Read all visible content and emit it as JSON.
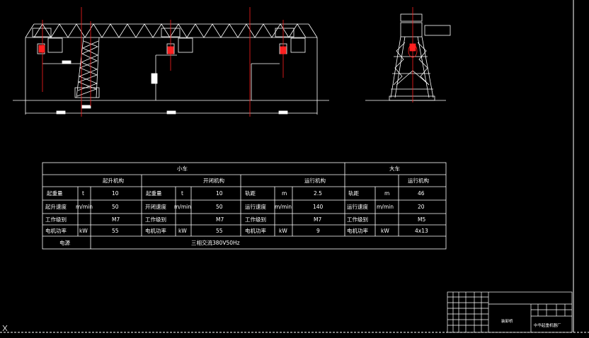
{
  "colors": {
    "background": "#000000",
    "lines": "#ffffff",
    "centerline": "#ff2020"
  },
  "table": {
    "trolley_title": "小车",
    "crane_title": "大车",
    "hoist_header": "起升机构",
    "grab_header": "开闭机构",
    "trolley_travel_header": "运行机构",
    "crane_travel_header": "运行机构",
    "rows": [
      {
        "c1": "起重量",
        "u1": "t",
        "v1": "10",
        "c2": "起重量",
        "u2": "t",
        "v2": "10",
        "c3": "轨距",
        "u3": "m",
        "v3": "2.5",
        "c4": "轨距",
        "u4": "m",
        "v4": "46"
      },
      {
        "c1": "起升速度",
        "u1": "m/min",
        "v1": "50",
        "c2": "开闭速度",
        "u2": "m/min",
        "v2": "50",
        "c3": "运行速度",
        "u3": "m/min",
        "v3": "140",
        "c4": "运行速度",
        "u4": "m/min",
        "v4": "20"
      },
      {
        "c1": "工作级别",
        "u1": "",
        "v1": "M7",
        "c2": "工作级别",
        "u2": "",
        "v2": "M7",
        "c3": "工作级别",
        "u3": "",
        "v3": "M7",
        "c4": "工作级别",
        "u4": "",
        "v4": "M5"
      },
      {
        "c1": "电机功率",
        "u1": "kW",
        "v1": "55",
        "c2": "电机功率",
        "u2": "kW",
        "v2": "55",
        "c3": "电机功率",
        "u3": "kW",
        "v3": "9",
        "c4": "电机功率",
        "u4": "kW",
        "v4": "4x13"
      }
    ],
    "power_label": "电源",
    "power_value": "三相交流380V50Hz"
  },
  "title_block": {
    "drawing_name": "装卸桥",
    "company": "中华起重机器厂"
  }
}
